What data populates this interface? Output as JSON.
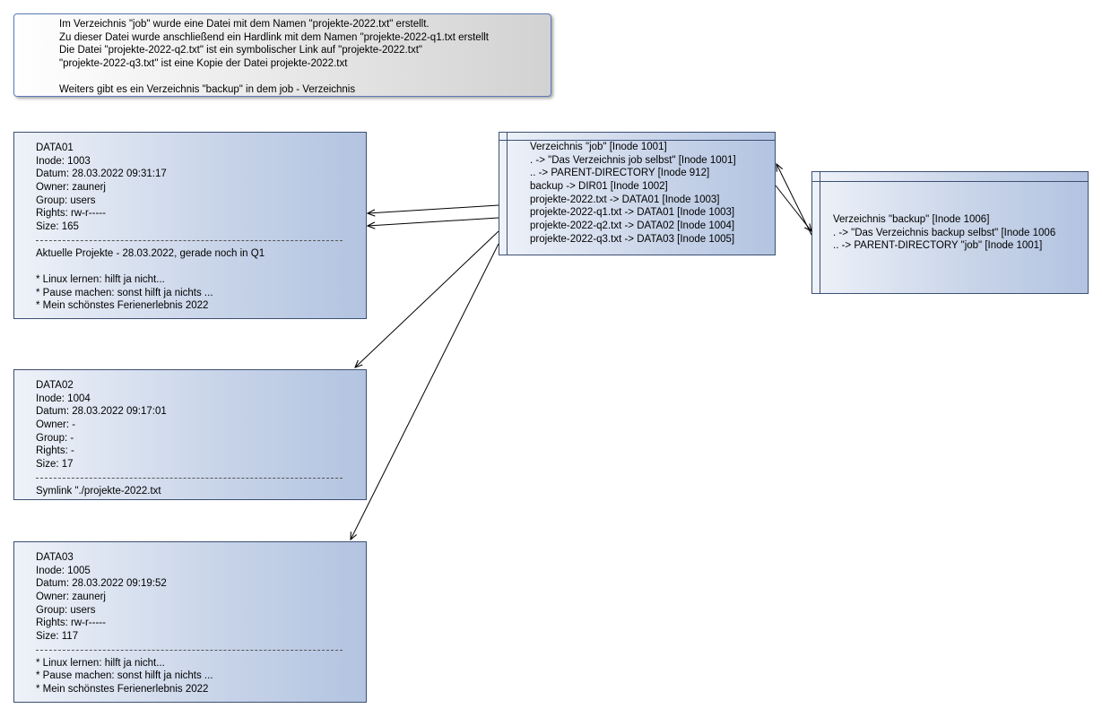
{
  "note": {
    "lines": [
      "Im Verzeichnis \"job\" wurde eine Datei mit dem Namen \"projekte-2022.txt\" erstellt.",
      "Zu dieser Datei wurde anschließend ein Hardlink mit dem Namen \"projekte-2022-q1.txt erstellt",
      "Die Datei \"projekte-2022-q2.txt\" ist ein symbolischer Link auf \"projekte-2022.txt\"",
      "\"projekte-2022-q3.txt\" ist eine Kopie der Datei projekte-2022.txt",
      "",
      "Weiters gibt es ein Verzeichnis \"backup\" in dem job - Verzeichnis"
    ]
  },
  "data01": {
    "header": [
      "DATA01",
      "Inode: 1003",
      "Datum: 28.03.2022 09:31:17",
      "Owner: zaunerj",
      "Group: users",
      "Rights: rw-r-----",
      "Size: 165"
    ],
    "content": [
      "Aktuelle Projekte - 28.03.2022, gerade noch in Q1",
      "",
      "* Linux lernen: hilft ja nicht...",
      "* Pause machen: sonst hilft ja nichts ...",
      "* Mein schönstes Ferienerlebnis 2022"
    ]
  },
  "data02": {
    "header": [
      "DATA02",
      "Inode: 1004",
      "Datum: 28.03.2022 09:17:01",
      "Owner: -",
      "Group: -",
      "Rights: -",
      "Size: 17"
    ],
    "content": [
      "Symlink \"./projekte-2022.txt"
    ]
  },
  "data03": {
    "header": [
      "DATA03",
      "Inode: 1005",
      "Datum: 28.03.2022 09:19:52",
      "Owner: zaunerj",
      "Group: users",
      "Rights: rw-r-----",
      "Size: 117"
    ],
    "content": [
      "* Linux lernen: hilft ja nicht...",
      "* Pause machen: sonst hilft ja nichts ...",
      "* Mein schönstes Ferienerlebnis 2022"
    ]
  },
  "dir_job": {
    "lines": [
      "Verzeichnis \"job\" [Inode 1001]",
      ". -> \"Das Verzeichnis job selbst\" [Inode 1001]",
      ".. -> PARENT-DIRECTORY [Inode 912]",
      "backup -> DIR01 [Inode 1002]",
      "projekte-2022.txt -> DATA01 [Inode 1003]",
      "projekte-2022-q1.txt -> DATA01 [Inode 1003]",
      "projekte-2022-q2.txt -> DATA02 [Inode 1004]",
      "projekte-2022-q3.txt -> DATA03 [Inode 1005]"
    ]
  },
  "dir_backup": {
    "lines": [
      "Verzeichnis \"backup\" [Inode 1006]",
      ". -> \"Das Verzeichnis backup selbst\" [Inode 1006",
      ".. -> PARENT-DIRECTORY \"job\" [Inode 1001]"
    ]
  },
  "colors": {
    "box_border": "#3d4f73",
    "box_fill_light": "#eef2f9",
    "box_fill_dark": "#b3c4e1",
    "note_border": "#5a7ab8"
  }
}
